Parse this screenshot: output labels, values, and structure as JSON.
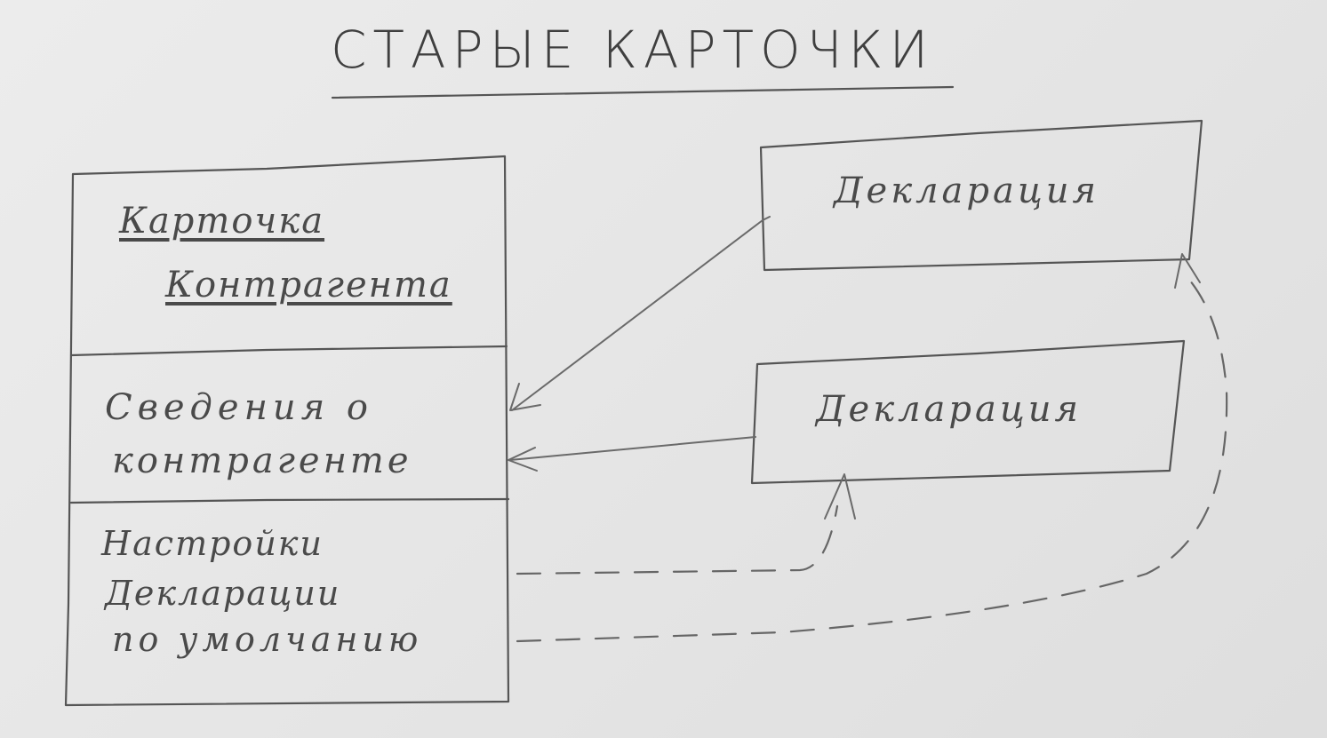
{
  "title": "СТАРЫЕ КАРТОЧКИ",
  "counterparty_card": {
    "name_line1": "Карточка",
    "name_line2": "Контрагента",
    "section_info_line1": "Сведения о",
    "section_info_line2": "контрагенте",
    "section_defaults_line1": "Настройки",
    "section_defaults_line2": "Декларации",
    "section_defaults_line3": "по умолчанию"
  },
  "declaration_top": {
    "label": "Декларация"
  },
  "declaration_bottom": {
    "label": "Декларация"
  }
}
